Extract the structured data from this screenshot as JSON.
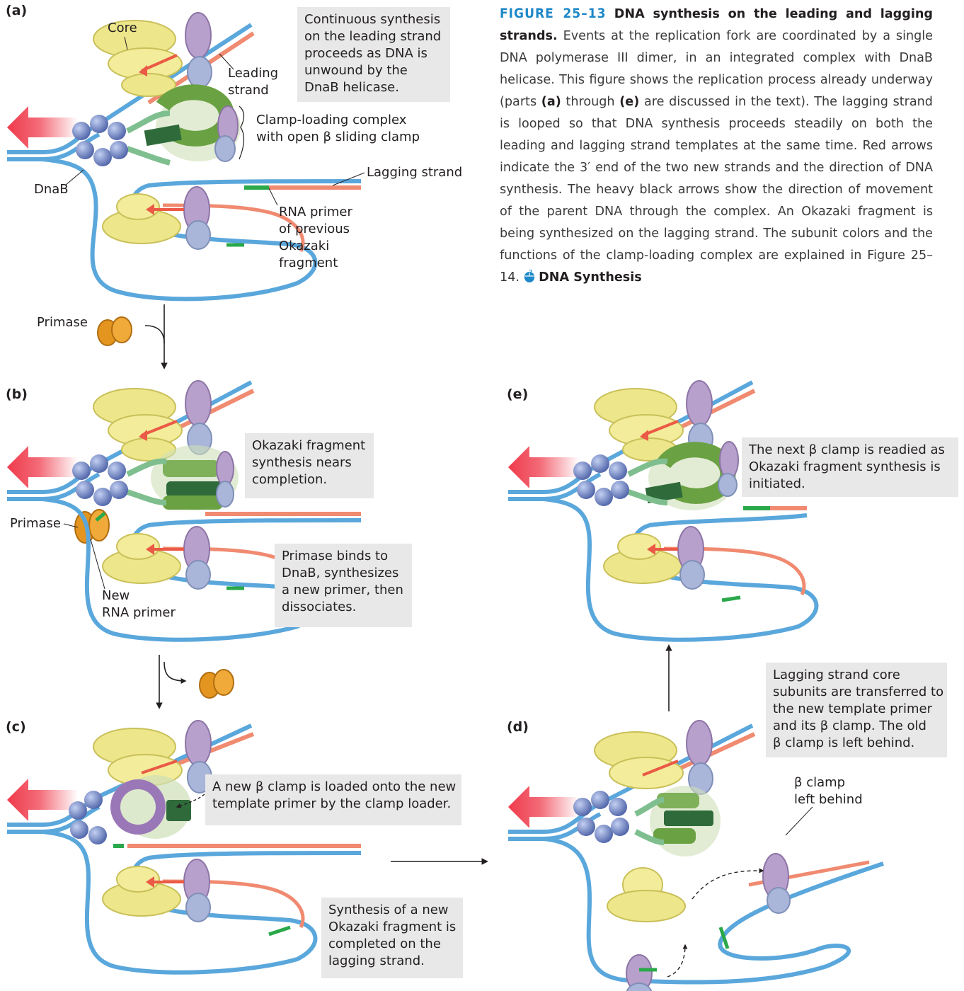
{
  "figure": {
    "label": "FIGURE 25–13",
    "title": "DNA synthesis on the leading and lagging strands.",
    "text_1": "Events at the replication fork are coordinated by a single DNA polymerase III dimer, in an integrated complex with DnaB helicase. This figure shows the replication process already underway (parts ",
    "bold_a": "(a)",
    "text_2": " through ",
    "bold_e": "(e)",
    "text_3": " are discussed in the text). The lagging strand is looped so that DNA synthesis proceeds steadily on both the leading and lagging strand templates at the same time. Red arrows indicate the 3′ end of the two new strands and the direction of DNA synthesis. The heavy black arrows show the direction of movement of the parent DNA through the complex. An Okazaki fragment is being synthesized on the lagging strand. The subunit colors and the functions of the clamp-loading complex are explained in Figure 25–14. ",
    "link": "DNA Synthesis",
    "link_icon": "mouse-icon"
  },
  "panels": {
    "a": {
      "label": "(a)",
      "core": "Core",
      "leading_1": "Leading",
      "leading_2": "strand",
      "clamp_1": "Clamp-loading complex",
      "clamp_2": "with open β sliding clamp",
      "lagging": "Lagging strand",
      "dnab": "DnaB",
      "primer_1": "RNA primer",
      "primer_2": "of previous",
      "primer_3": "Okazaki",
      "primer_4": "fragment",
      "note": [
        "Continuous synthesis",
        "on the leading strand",
        "proceeds as DNA is",
        "unwound by the",
        "DnaB helicase."
      ]
    },
    "primase_label": "Primase",
    "b": {
      "label": "(b)",
      "primase": "Primase",
      "new_1": "New",
      "new_2": "RNA primer",
      "note1": [
        "Okazaki fragment",
        "synthesis nears",
        "completion."
      ],
      "note2": [
        "Primase binds to",
        "DnaB, synthesizes",
        "a new primer, then",
        "dissociates."
      ]
    },
    "c": {
      "label": "(c)",
      "note1": [
        "A new β clamp is loaded onto the new",
        "template primer by the clamp loader."
      ],
      "note2": [
        "Synthesis of a new",
        "Okazaki fragment is",
        "completed on the",
        "lagging strand."
      ]
    },
    "d": {
      "label": "(d)",
      "clamp_1": "β clamp",
      "clamp_2": "left behind",
      "note": [
        "Lagging strand core",
        "subunits are transferred to",
        "the new template primer",
        "and its β clamp. The old",
        "β clamp is left behind."
      ]
    },
    "e": {
      "label": "(e)",
      "note": [
        "The next β clamp is readied as",
        "Okazaki fragment synthesis is",
        "initiated."
      ]
    }
  },
  "colors": {
    "dna_parent": "#5aa7dc",
    "dna_new": "#f08a70",
    "rna_primer": "#2aa84a",
    "core": "#ede68a",
    "clamp": "#b8a0cc",
    "clamp_loader": "#7fb05a",
    "dnab": "#7f93c8",
    "primase": "#e3951f",
    "note_bg": "#e8e8e8",
    "caption_label": "#1e88c8"
  }
}
